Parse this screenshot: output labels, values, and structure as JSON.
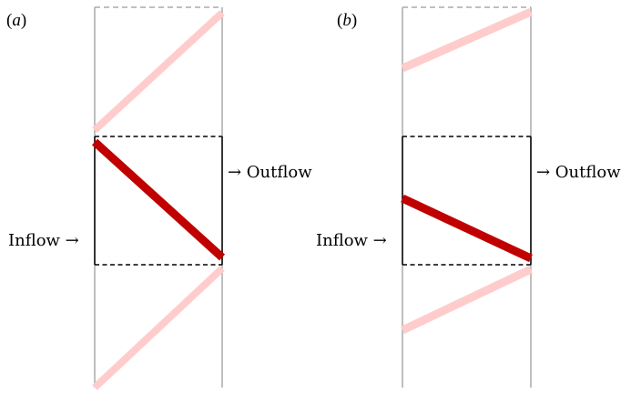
{
  "panels": [
    {
      "label_open": "(",
      "label_letter": "a",
      "label_close": ")",
      "inflow_label": "Inflow →",
      "outflow_label": "→ Outflow"
    },
    {
      "label_open": "(",
      "label_letter": "b",
      "label_close": ")",
      "inflow_label": "Inflow →",
      "outflow_label": "→ Outflow"
    }
  ],
  "colors": {
    "main_line": "#c00000",
    "periodic_image": "#ffcccc",
    "domain_border": "#000000",
    "extended_border": "#aaaaaa"
  }
}
